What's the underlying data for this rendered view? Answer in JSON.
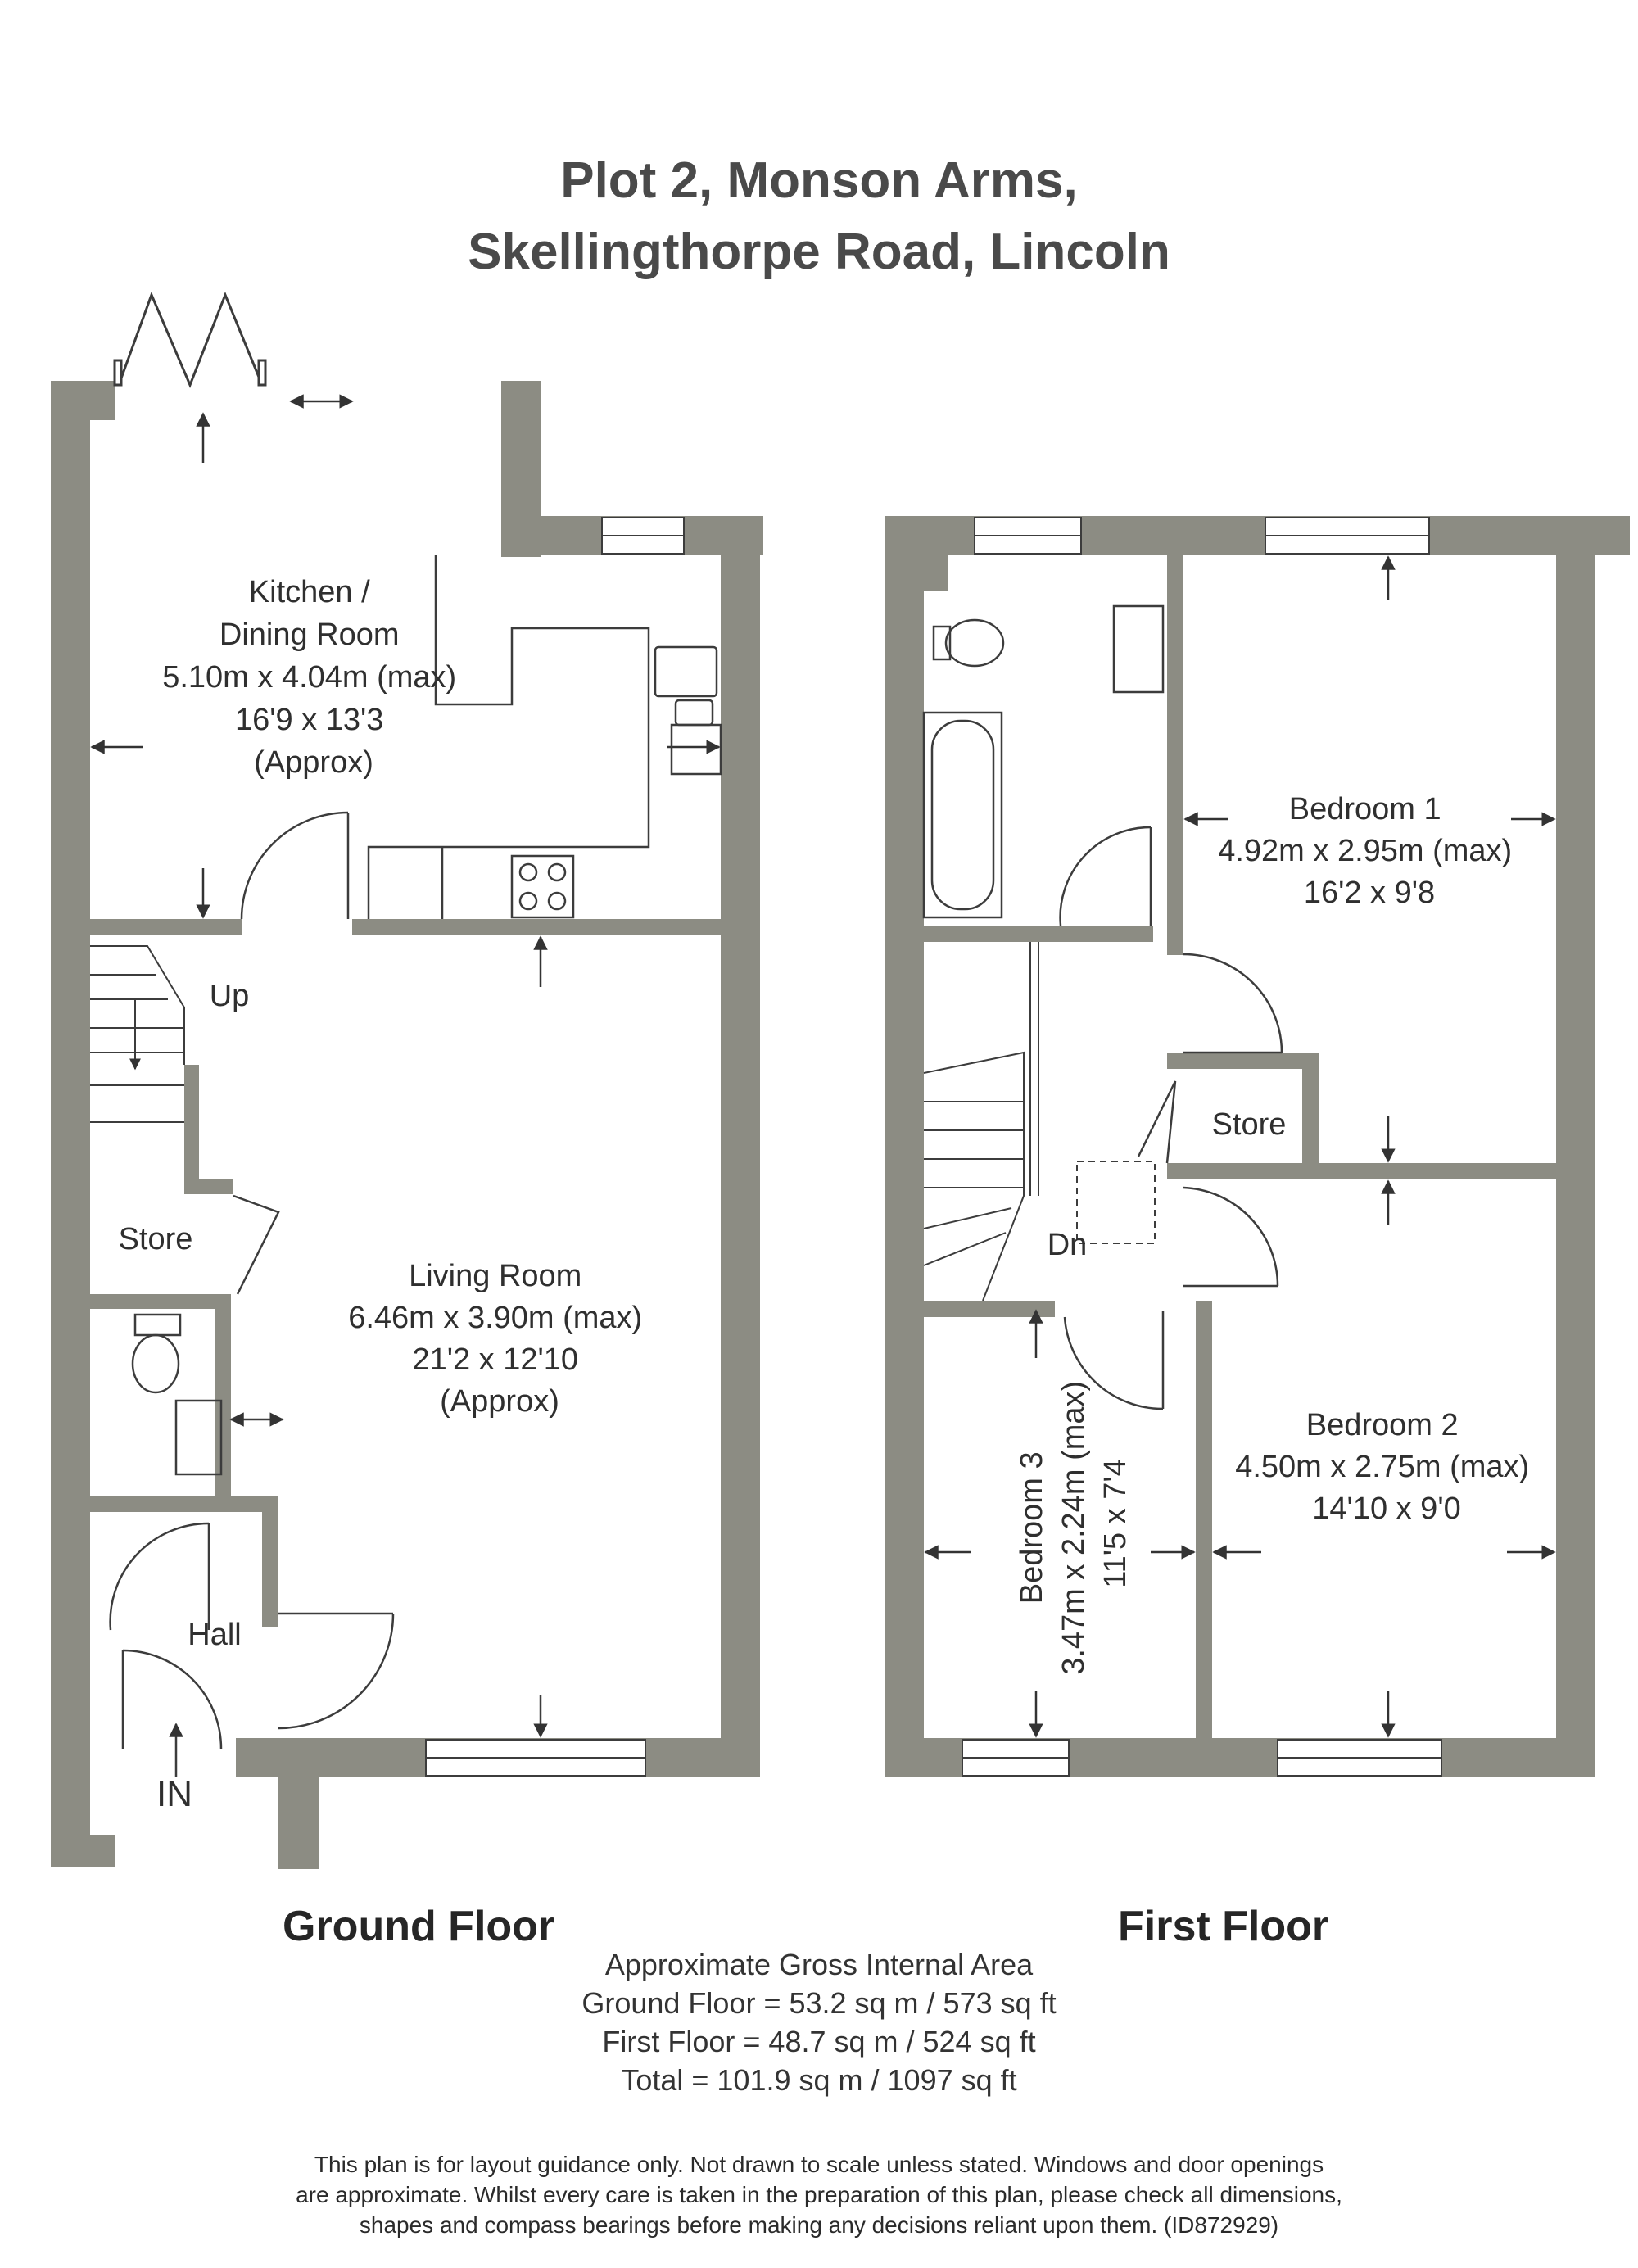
{
  "header": {
    "title_line1": "Plot 2, Monson Arms,",
    "title_line2": "Skellingthorpe Road, Lincoln"
  },
  "colors": {
    "wall": "#8c8c83",
    "line": "#3c3c3c",
    "text": "#2f2f2f",
    "background": "#ffffff"
  },
  "ground_floor": {
    "label": "Ground Floor",
    "rooms": {
      "kitchen": [
        "Kitchen /",
        "Dining Room",
        "5.10m x 4.04m (max)",
        "16'9 x 13'3",
        "(Approx)"
      ],
      "living": [
        "Living Room",
        "6.46m x 3.90m (max)",
        "21'2 x 12'10",
        "(Approx)"
      ],
      "store": "Store",
      "hall": "Hall",
      "stairs_up": "Up",
      "entrance": "IN"
    }
  },
  "first_floor": {
    "label": "First Floor",
    "rooms": {
      "bedroom1": [
        "Bedroom 1",
        "4.92m x 2.95m (max)",
        "16'2 x 9'8"
      ],
      "bedroom2": [
        "Bedroom 2",
        "4.50m x 2.75m (max)",
        "14'10 x 9'0"
      ],
      "bedroom3": [
        "Bedroom 3",
        "3.47m x 2.24m (max)",
        "11'5 x 7'4"
      ],
      "store": "Store",
      "stairs_down": "Dn"
    }
  },
  "area_summary": [
    "Approximate Gross Internal Area",
    "Ground Floor = 53.2 sq m / 573 sq ft",
    "First Floor = 48.7 sq m / 524 sq ft",
    "Total = 101.9 sq m / 1097 sq ft"
  ],
  "disclaimer": [
    "This plan is for layout guidance only. Not drawn to scale unless stated. Windows and door openings",
    "are approximate. Whilst every care is taken in the preparation of this plan, please check all dimensions,",
    "shapes and compass bearings before making any decisions reliant upon them. (ID872929)"
  ]
}
